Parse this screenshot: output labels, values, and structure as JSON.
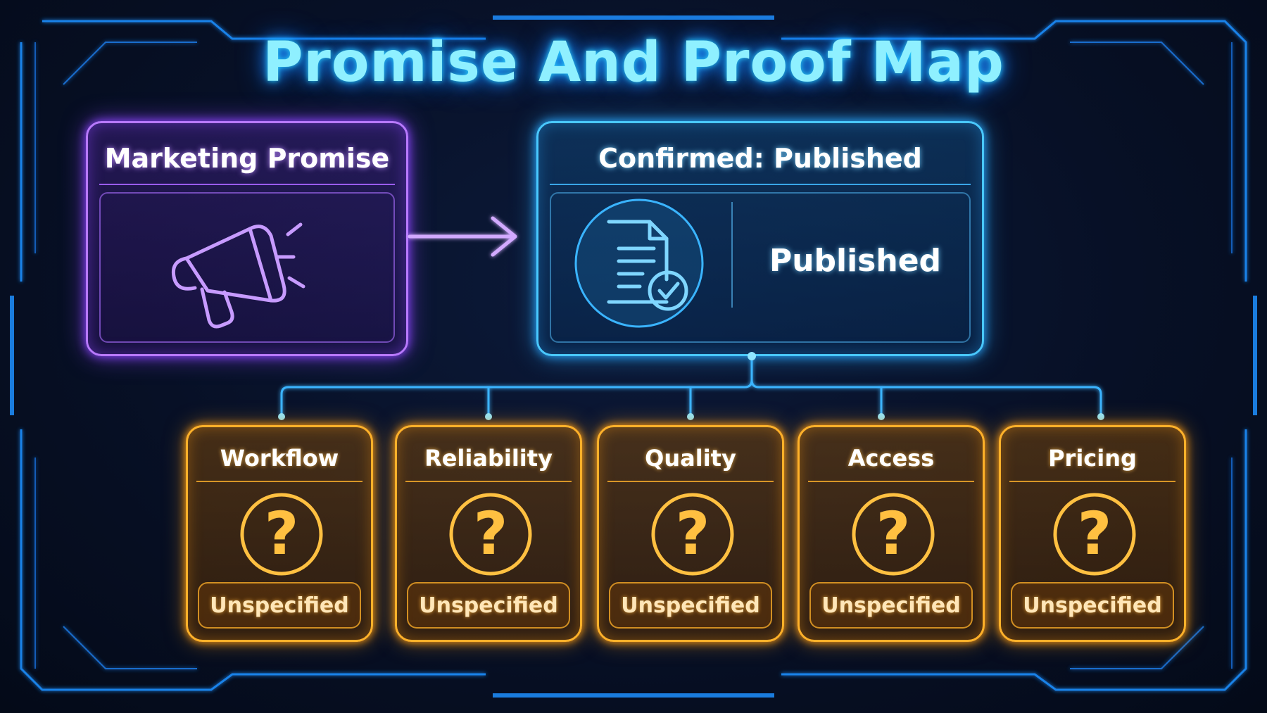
{
  "title": "Promise And Proof Map",
  "colors": {
    "promise": "#b879ff",
    "confirmed": "#49c8ff",
    "proof": "#ffb12a",
    "title": "#8ff0ff"
  },
  "promise": {
    "label": "Marketing Promise",
    "icon": "megaphone-icon"
  },
  "confirmed": {
    "label": "Confirmed: Published",
    "icon": "document-check-icon",
    "status": "Published"
  },
  "proofs": [
    {
      "label": "Workflow",
      "status": "Unspecified",
      "icon": "question-icon"
    },
    {
      "label": "Reliability",
      "status": "Unspecified",
      "icon": "question-icon"
    },
    {
      "label": "Quality",
      "status": "Unspecified",
      "icon": "question-icon"
    },
    {
      "label": "Access",
      "status": "Unspecified",
      "icon": "question-icon"
    },
    {
      "label": "Pricing",
      "status": "Unspecified",
      "icon": "question-icon"
    }
  ]
}
